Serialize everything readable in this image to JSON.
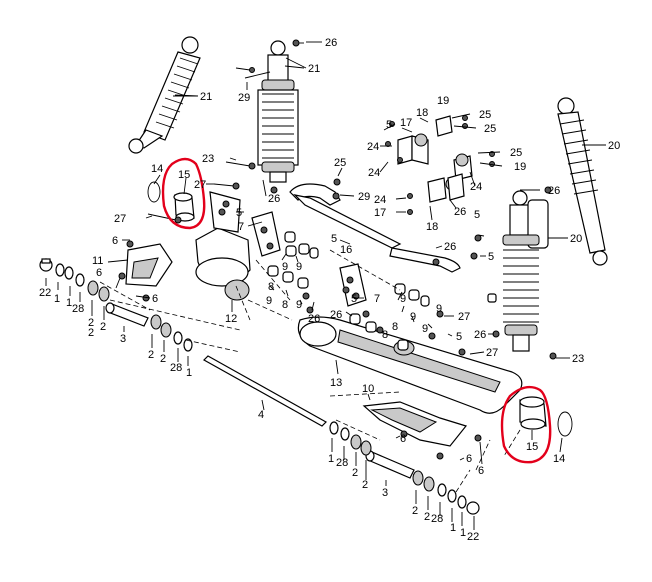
{
  "callouts": [
    {
      "id": "c1",
      "text": "26"
    },
    {
      "id": "c2",
      "text": "21"
    },
    {
      "id": "c3",
      "text": "29"
    },
    {
      "id": "c4",
      "text": "21"
    },
    {
      "id": "c5",
      "text": "5"
    },
    {
      "id": "c6",
      "text": "17"
    },
    {
      "id": "c7",
      "text": "18"
    },
    {
      "id": "c8",
      "text": "19"
    },
    {
      "id": "c9",
      "text": "25"
    },
    {
      "id": "c10",
      "text": "25"
    },
    {
      "id": "c11",
      "text": "20"
    },
    {
      "id": "c12",
      "text": "24"
    },
    {
      "id": "c13",
      "text": "24"
    },
    {
      "id": "c14",
      "text": "23"
    },
    {
      "id": "c15",
      "text": "14"
    },
    {
      "id": "c16",
      "text": "15"
    },
    {
      "id": "c17",
      "text": "27"
    },
    {
      "id": "c18",
      "text": "5"
    },
    {
      "id": "c19",
      "text": "26"
    },
    {
      "id": "c20",
      "text": "25"
    },
    {
      "id": "c21",
      "text": "25"
    },
    {
      "id": "c22",
      "text": "19"
    },
    {
      "id": "c23",
      "text": "24"
    },
    {
      "id": "c24",
      "text": "24"
    },
    {
      "id": "c25",
      "text": "17"
    },
    {
      "id": "c26",
      "text": "18"
    },
    {
      "id": "c27",
      "text": "26"
    },
    {
      "id": "c28",
      "text": "29"
    },
    {
      "id": "c29",
      "text": "5"
    },
    {
      "id": "c30",
      "text": "26"
    },
    {
      "id": "c31",
      "text": "20"
    },
    {
      "id": "c32",
      "text": "5"
    },
    {
      "id": "c33",
      "text": "27"
    },
    {
      "id": "c34",
      "text": "26"
    },
    {
      "id": "c35",
      "text": "5"
    },
    {
      "id": "c36",
      "text": "16"
    },
    {
      "id": "c37",
      "text": "6"
    },
    {
      "id": "c38",
      "text": "7"
    },
    {
      "id": "c39",
      "text": "11"
    },
    {
      "id": "c40",
      "text": "9"
    },
    {
      "id": "c41",
      "text": "9"
    },
    {
      "id": "c42",
      "text": "6"
    },
    {
      "id": "c43",
      "text": "22"
    },
    {
      "id": "c44",
      "text": "1"
    },
    {
      "id": "c45",
      "text": "1"
    },
    {
      "id": "c46",
      "text": "28"
    },
    {
      "id": "c47",
      "text": "2"
    },
    {
      "id": "c48",
      "text": "2"
    },
    {
      "id": "c49",
      "text": "6"
    },
    {
      "id": "c50",
      "text": "9"
    },
    {
      "id": "c51",
      "text": "8"
    },
    {
      "id": "c52",
      "text": "9"
    },
    {
      "id": "c53",
      "text": "26"
    },
    {
      "id": "c54",
      "text": "12"
    },
    {
      "id": "c55",
      "text": "7"
    },
    {
      "id": "c56",
      "text": "9"
    },
    {
      "id": "c57",
      "text": "5"
    },
    {
      "id": "c58",
      "text": "26"
    },
    {
      "id": "c59",
      "text": "9"
    },
    {
      "id": "c60",
      "text": "8"
    },
    {
      "id": "c61",
      "text": "9"
    },
    {
      "id": "c62",
      "text": "5"
    },
    {
      "id": "c63",
      "text": "27"
    },
    {
      "id": "c64",
      "text": "3"
    },
    {
      "id": "c65",
      "text": "2"
    },
    {
      "id": "c66",
      "text": "2"
    },
    {
      "id": "c67",
      "text": "28"
    },
    {
      "id": "c68",
      "text": "1"
    },
    {
      "id": "c69",
      "text": "26"
    },
    {
      "id": "c70",
      "text": "27"
    },
    {
      "id": "c71",
      "text": "23"
    },
    {
      "id": "c72",
      "text": "13"
    },
    {
      "id": "c73",
      "text": "10"
    },
    {
      "id": "c74",
      "text": "4"
    },
    {
      "id": "c75",
      "text": "6"
    },
    {
      "id": "c76",
      "text": "15"
    },
    {
      "id": "c77",
      "text": "14"
    },
    {
      "id": "c78",
      "text": "1"
    },
    {
      "id": "c79",
      "text": "28"
    },
    {
      "id": "c80",
      "text": "2"
    },
    {
      "id": "c81",
      "text": "2"
    },
    {
      "id": "c82",
      "text": "6"
    },
    {
      "id": "c83",
      "text": "6"
    },
    {
      "id": "c84",
      "text": "3"
    },
    {
      "id": "c85",
      "text": "2"
    },
    {
      "id": "c86",
      "text": "2"
    },
    {
      "id": "c87",
      "text": "28"
    },
    {
      "id": "c88",
      "text": "1"
    },
    {
      "id": "c89",
      "text": "1"
    },
    {
      "id": "c90",
      "text": "22"
    },
    {
      "id": "c91",
      "text": "2"
    },
    {
      "id": "c92",
      "text": "8"
    },
    {
      "id": "c93",
      "text": "9"
    },
    {
      "id": "c94",
      "text": "8"
    }
  ],
  "highlight_color": "#e3001b"
}
